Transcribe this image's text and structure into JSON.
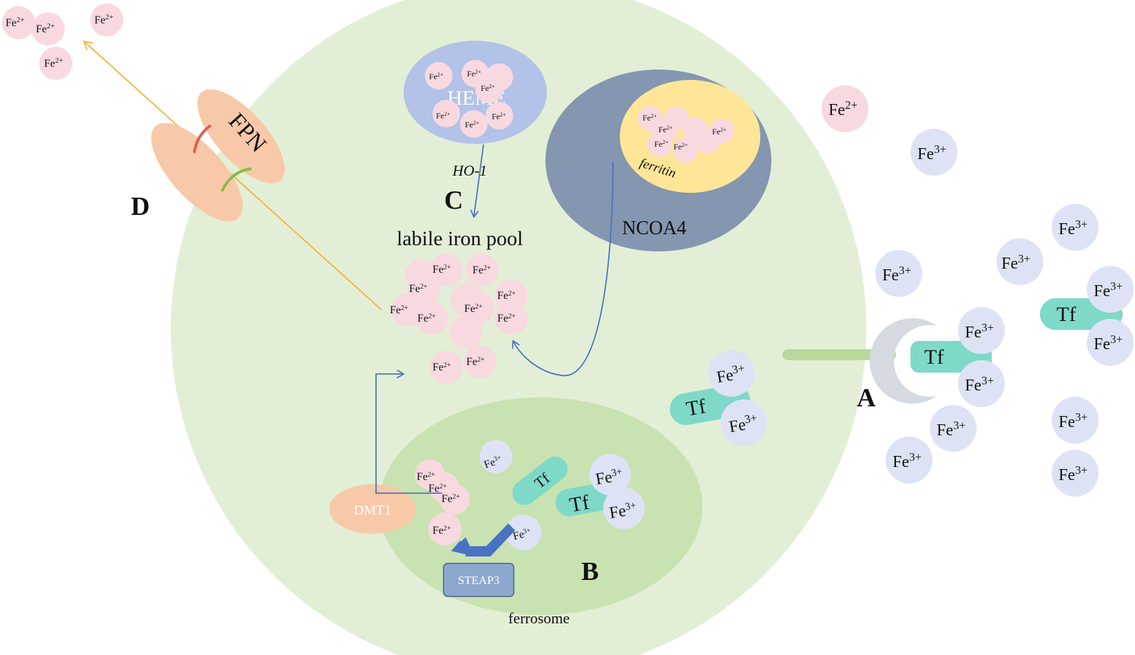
{
  "labels": {
    "A": "A",
    "B": "B",
    "C": "C",
    "D": "D",
    "fpn": "FPN",
    "heme": "HEME",
    "ho1": "HO-1",
    "labile_iron_pool": "labile iron pool",
    "ncoa4": "NCOA4",
    "ferritin": "ferritin",
    "dmt1": "DMT1",
    "steap3": "STEAP3",
    "ferrosome": "ferrosome",
    "tf": "Tf",
    "fe2": "Fe",
    "fe3": "Fe",
    "charge2": "2+",
    "charge3": "3+"
  },
  "colors": {
    "cell": "#e2efd6",
    "ferrosome": "#c9e2b1",
    "fe2_ion": "#f8d9df",
    "fe3_ion": "#dde3f4",
    "transferrin": "#7fd9c8",
    "heme": "#b3c2e8",
    "ncoa4": "#8496b0",
    "ferritin": "#ffe597",
    "dmt1": "#f8c9a8",
    "fpn": "#f8c9a8",
    "steap3": "#8ea7cf",
    "arrow_blue": "#4a72c4",
    "arrow_orange": "#f2b233",
    "receptor": "#d5d9e0",
    "receptor_stalk": "#b7d99a"
  }
}
